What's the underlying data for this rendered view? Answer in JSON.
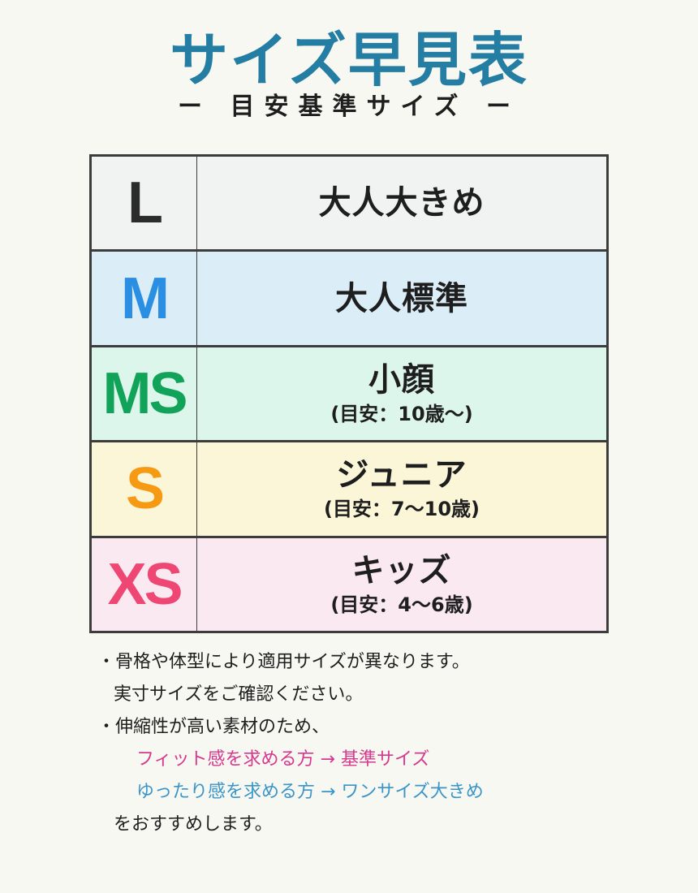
{
  "header": {
    "title": "サイズ早見表",
    "subtitle": "ー 目安基準サイズ ー"
  },
  "colors": {
    "title": "#247da3",
    "border": "#3c3c3c",
    "pink_highlight": "#d6398e",
    "blue_highlight": "#3a95c8"
  },
  "size_table": {
    "rows": [
      {
        "size": "L",
        "size_color": "#2b2b2b",
        "bg": "#f1f3f3",
        "desc": "大人大きめ",
        "note": ""
      },
      {
        "size": "M",
        "size_color": "#2a8ee3",
        "bg": "#dbeef8",
        "desc": "大人標準",
        "note": ""
      },
      {
        "size": "MS",
        "size_color": "#12a35a",
        "bg": "#dcf6ec",
        "desc": "小顔",
        "note": "(目安：10歳〜)"
      },
      {
        "size": "S",
        "size_color": "#f59a12",
        "bg": "#fcf6d8",
        "desc": "ジュニア",
        "note": "(目安：7〜10歳)"
      },
      {
        "size": "XS",
        "size_color": "#ee4774",
        "bg": "#fbe9f1",
        "desc": "キッズ",
        "note": "(目安：4〜6歳)"
      }
    ]
  },
  "notes": {
    "line1": "・骨格や体型により適用サイズが異なります。",
    "line2": "実寸サイズをご確認ください。",
    "line3": "・伸縮性が高い素材のため、",
    "line4": "フィット感を求める方 → 基準サイズ",
    "line5": "ゆったり感を求める方 → ワンサイズ大きめ",
    "line6": "をおすすめします。"
  }
}
